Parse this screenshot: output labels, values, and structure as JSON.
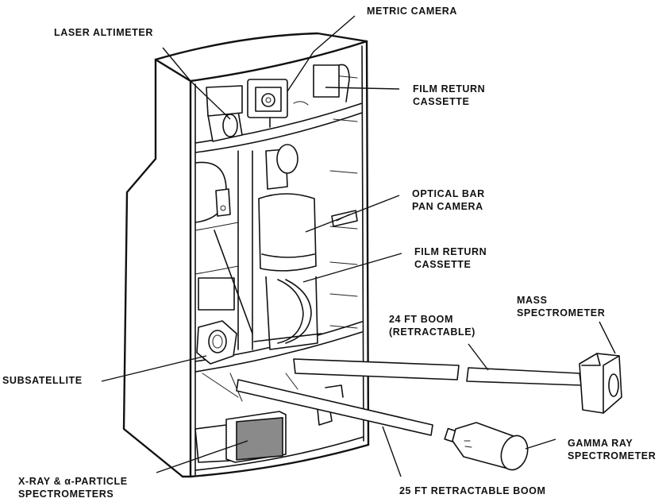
{
  "diagram": {
    "subject": "Spacecraft scientific instrument module (cutaway)",
    "labels": {
      "metric_camera": [
        "METRIC CAMERA"
      ],
      "laser_altimeter": [
        "LASER ALTIMETER"
      ],
      "film_return_cassette_upper": [
        "FILM RETURN",
        "CASSETTE"
      ],
      "optical_bar_pan_camera": [
        "OPTICAL BAR",
        "PAN CAMERA"
      ],
      "film_return_cassette_lower": [
        "FILM RETURN",
        "CASSETTE"
      ],
      "mass_spectrometer": [
        "MASS",
        "SPECTROMETER"
      ],
      "boom_24ft": [
        "24 FT BOOM",
        "(RETRACTABLE)"
      ],
      "subsatellite": [
        "SUBSATELLITE"
      ],
      "gamma_ray_spectrometer": [
        "GAMMA RAY",
        "SPECTROMETER"
      ],
      "xray_alpha_spectrometers": [
        "X-RAY & α-PARTICLE",
        "SPECTROMETERS"
      ],
      "boom_25ft": [
        "25 FT RETRACTABLE BOOM"
      ]
    }
  }
}
